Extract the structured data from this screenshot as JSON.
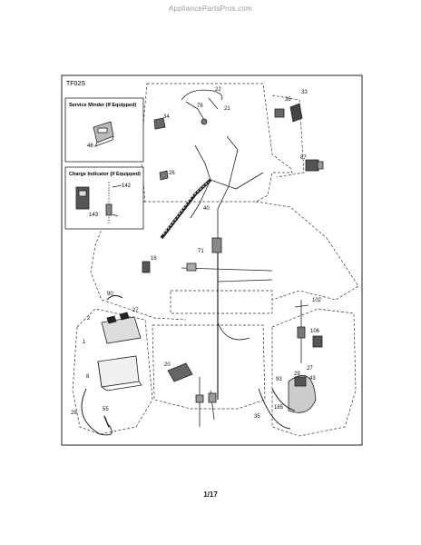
{
  "header": {
    "watermark": "AppliancePartsPros.com"
  },
  "diagram": {
    "code": "TF02S",
    "inset_service": {
      "title": "Service Minder (If Equipped)",
      "part": "46"
    },
    "inset_charge": {
      "title": "Charge Indicator (If Equipped)",
      "parts": [
        "142",
        "143"
      ]
    },
    "callouts": [
      {
        "id": "c22",
        "text": "22"
      },
      {
        "id": "c76",
        "text": "76"
      },
      {
        "id": "c21",
        "text": "21"
      },
      {
        "id": "c36",
        "text": "36"
      },
      {
        "id": "c33",
        "text": "33"
      },
      {
        "id": "c34",
        "text": "34"
      },
      {
        "id": "c87",
        "text": "87"
      },
      {
        "id": "c26",
        "text": "26"
      },
      {
        "id": "c40",
        "text": "40"
      },
      {
        "id": "c16",
        "text": "16"
      },
      {
        "id": "c71",
        "text": "71"
      },
      {
        "id": "c90",
        "text": "90"
      },
      {
        "id": "c2",
        "text": "2"
      },
      {
        "id": "c27a",
        "text": "27"
      },
      {
        "id": "c1",
        "text": "1"
      },
      {
        "id": "c8",
        "text": "8"
      },
      {
        "id": "c28",
        "text": "28"
      },
      {
        "id": "c55",
        "text": "55"
      },
      {
        "id": "c20",
        "text": "20"
      },
      {
        "id": "c102",
        "text": "102"
      },
      {
        "id": "c106",
        "text": "106"
      },
      {
        "id": "c93",
        "text": "93"
      },
      {
        "id": "c27b",
        "text": "27"
      },
      {
        "id": "c43",
        "text": "43"
      },
      {
        "id": "c29",
        "text": "29"
      },
      {
        "id": "c185",
        "text": "185"
      },
      {
        "id": "c35",
        "text": "35"
      }
    ]
  },
  "footer": {
    "page": "1/17"
  }
}
